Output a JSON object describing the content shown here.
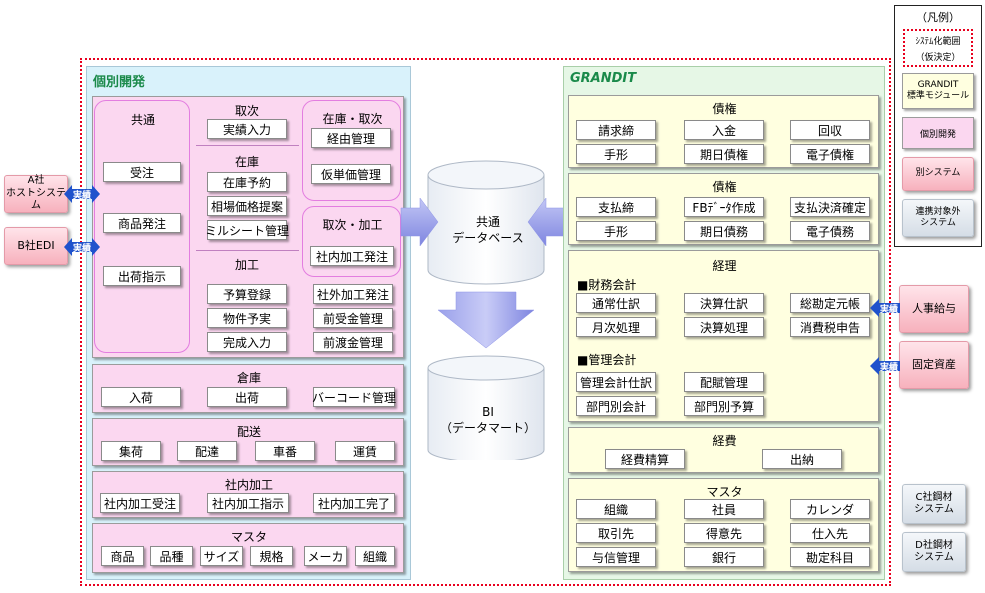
{
  "legend": {
    "title": "（凡例）",
    "system_scope_line1": "ｼｽﾃﾑ化範囲",
    "system_scope_line2": "（仮決定）",
    "grandit_std": "GRANDIT\n標準モジュール",
    "custom_dev": "個別開発",
    "other_system": "別システム",
    "out_of_scope": "連携対象外\nシステム"
  },
  "left": {
    "title": "個別開発",
    "common": {
      "title": "共通",
      "items": [
        "受注",
        "商品発注",
        "出荷指示"
      ]
    },
    "torihiki": {
      "title": "取次",
      "items": [
        "実績入力"
      ]
    },
    "zaiko": {
      "title": "在庫",
      "items": [
        "在庫予約",
        "相場価格提案",
        "ミルシート管理"
      ]
    },
    "zaiko_torihiki": {
      "title": "在庫・取次",
      "items": [
        "経由管理",
        "仮単価管理"
      ]
    },
    "torihiki_kako": {
      "title": "取次・加工",
      "items": [
        "社内加工発注"
      ]
    },
    "kako": {
      "title": "加工",
      "items": [
        "予算登録",
        "社外加工発注",
        "物件予実",
        "前受金管理",
        "完成入力",
        "前渡金管理"
      ]
    },
    "souko": {
      "title": "倉庫",
      "items": [
        "入荷",
        "出荷",
        "バーコード管理"
      ]
    },
    "haiso": {
      "title": "配送",
      "items": [
        "集荷",
        "配達",
        "車番",
        "運賃"
      ]
    },
    "shanai": {
      "title": "社内加工",
      "items": [
        "社内加工受注",
        "社内加工指示",
        "社内加工完了"
      ]
    },
    "master": {
      "title": "マスタ",
      "items": [
        "商品",
        "品種",
        "サイズ",
        "規格",
        "メーカ",
        "組織"
      ]
    }
  },
  "center": {
    "db_common": "共通\nデータベース",
    "db_bi": "BI\n（データマート）"
  },
  "right": {
    "title": "GRANDIT",
    "saiken": {
      "title": "債権",
      "items": [
        "請求締",
        "入金",
        "回収",
        "手形",
        "期日債権",
        "電子債権"
      ]
    },
    "saimu": {
      "title": "債権",
      "items": [
        "支払締",
        "FBﾃﾞｰﾀ作成",
        "支払決済確定",
        "手形",
        "期日債務",
        "電子債務"
      ]
    },
    "keiri": {
      "title": "経理",
      "zaimu_title": "■財務会計",
      "zaimu_items": [
        "通常仕訳",
        "決算仕訳",
        "総勘定元帳",
        "月次処理",
        "決算処理",
        "消費税申告"
      ],
      "kanri_title": "■管理会計",
      "kanri_items": [
        "管理会計仕訳",
        "配賦管理",
        "部門別会計",
        "部門別予算"
      ]
    },
    "keihi": {
      "title": "経費",
      "items": [
        "経費精算",
        "出納"
      ]
    },
    "master": {
      "title": "マスタ",
      "items": [
        "組織",
        "社員",
        "カレンダ",
        "取引先",
        "得意先",
        "仕入先",
        "与信管理",
        "銀行",
        "勘定科目"
      ]
    }
  },
  "external": {
    "a_host": "A社\nホストシステム",
    "b_edi": "B社EDI",
    "jinji": "人事給与",
    "kotei": "固定資産",
    "c_kouzai": "C社鋼材\nシステム",
    "d_kouzai": "D社鋼材\nシステム",
    "arrow_label": "実績"
  },
  "colors": {
    "scope_border": "#e8001e",
    "left_bg": "#d9f2fb",
    "left_title": "#1a8a4a",
    "right_bg": "#e6f7e6",
    "pink": "#fbd7f0",
    "pink_border": "#e37de0",
    "yellow": "#ffffe0",
    "arrow": "#1f52cc",
    "db_arrow": "#8d93e6"
  }
}
